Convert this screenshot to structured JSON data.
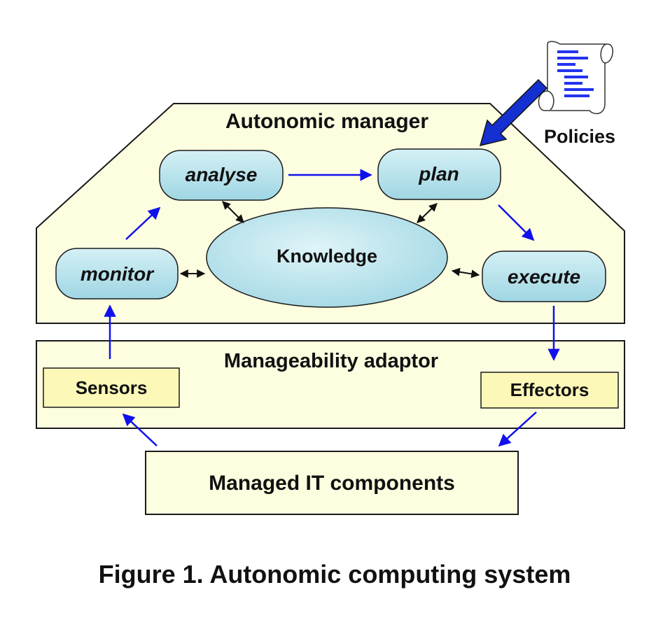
{
  "autonomic_manager": {
    "title": "Autonomic manager",
    "analyse": "analyse",
    "plan": "plan",
    "monitor": "monitor",
    "execute": "execute",
    "knowledge": "Knowledge"
  },
  "policies": {
    "label": "Policies"
  },
  "adaptor": {
    "title": "Manageability adaptor",
    "sensors": "Sensors",
    "effectors": "Effectors"
  },
  "managed": {
    "label": "Managed IT components"
  },
  "caption": "Figure 1. Autonomic computing system",
  "colors": {
    "panel_fill": "#fdfde0",
    "node_fill": "#b3e3ec",
    "box_fill": "#fbf8b8",
    "flow_arrow": "#1010ee",
    "policy_arrow": "#1530d0"
  },
  "icons": {
    "policies": "scroll-icon"
  }
}
